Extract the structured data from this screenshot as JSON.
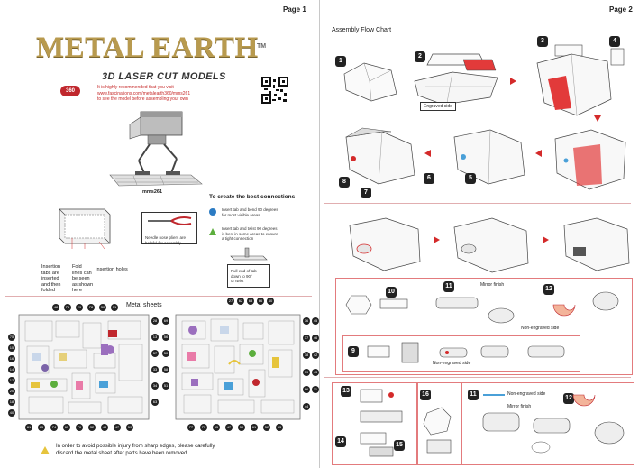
{
  "page1": {
    "page_label": "Page 1",
    "logo_text": "METAL EARTH",
    "logo_tm": "TM",
    "subtitle": "3D LASER CUT MODELS",
    "badge_text": "360",
    "notice_lines": [
      "It is highly recommended that you visit",
      "www.fascinations.com/metalearth360/mms261",
      "to see the model before assembling your own"
    ],
    "model_code": "mms261",
    "connections_title": "To create the best connections",
    "tips": [
      {
        "color": "#2b7bc3",
        "text_lines": [
          "Insert tab and bend 90 degrees",
          "for most visible areas"
        ]
      },
      {
        "color": "#5cae3d",
        "text_lines": [
          "Insert tab and twist 90 degrees",
          "is best in some areas to ensure",
          "a tight connection"
        ]
      }
    ],
    "pliers_note_lines": [
      "Needle nose pliers are",
      "helpful for assembly"
    ],
    "pull_note_lines": [
      "Pull end of tab",
      "down to 90°",
      "or twist"
    ],
    "labels": {
      "insertion_tabs": [
        "Insertion",
        "tabs are",
        "inserted",
        "and then",
        "folded"
      ],
      "fold_lines": [
        "Fold",
        "lines can",
        "be seen",
        "as shown",
        "here"
      ],
      "insertion_holes": "Insertion holes"
    },
    "metal_sheets_title": "Metal sheets",
    "sheet_numbers_top_left": [
      "48",
      "76",
      "29",
      "78",
      "30",
      "31"
    ],
    "sheet_numbers_top_right": [
      "27",
      "62",
      "63",
      "66",
      "40"
    ],
    "sheet_numbers_bottom_left": [
      "81",
      "85",
      "74",
      "65",
      "70",
      "32",
      "48",
      "47",
      "59"
    ],
    "sheet_numbers_bottom_right": [
      "77",
      "73",
      "55",
      "47",
      "50",
      "61",
      "52",
      "53"
    ],
    "sheet_numbers_left_side": [
      "75",
      "15",
      "16",
      "14",
      "12",
      "20",
      "18",
      "40"
    ],
    "sheet_numbers_mid": [
      "28",
      "13",
      "57",
      "33",
      "34",
      "63",
      "69",
      "56",
      "50",
      "58",
      "51"
    ],
    "sheet_numbers_right_side": [
      "36",
      "37",
      "38",
      "39",
      "66",
      "44",
      "45",
      "46",
      "42",
      "43",
      "11"
    ],
    "warning_lines": [
      "In order to avoid possible injury from sharp edges, please carefully",
      "discard the metal sheet after parts have been removed"
    ]
  },
  "page2": {
    "page_label": "Page 2",
    "flow_title": "Assembly Flow Chart",
    "steps": [
      "1",
      "2",
      "3",
      "4",
      "5",
      "6",
      "7",
      "8",
      "9",
      "10",
      "11",
      "12",
      "13",
      "14",
      "15",
      "16",
      "11",
      "12"
    ],
    "tags": {
      "engraved_side": "Engraved side",
      "mirror_finish": "Mirror finish",
      "non_engraved_side": "Non-engraved side"
    }
  },
  "colors": {
    "accent_red": "#d42a2a",
    "divider_pink": "#e1aeb0",
    "logo_gold": "#b89a4e"
  }
}
